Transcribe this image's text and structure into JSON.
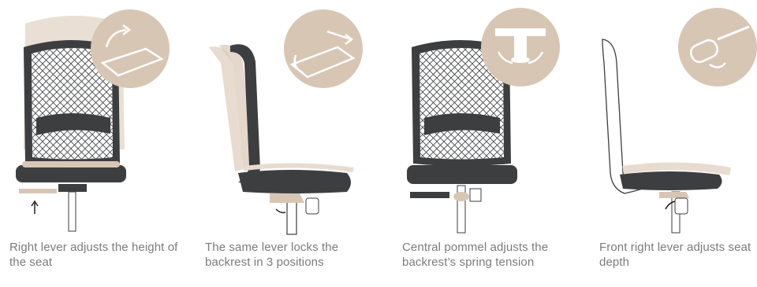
{
  "colors": {
    "frame": "#3d3e40",
    "beige": "#d8c6b5",
    "beige_light": "#e8dbcf",
    "icon_white": "#ffffff",
    "caption": "#7b7b7b"
  },
  "panels": [
    {
      "id": "height",
      "caption": "Right lever adjusts the height of the seat",
      "icon": "lever-up-icon"
    },
    {
      "id": "backrest-lock",
      "caption": "The same lever locks the backrest in 3 positions",
      "icon": "lever-lock-icon"
    },
    {
      "id": "spring-tension",
      "caption": "Central pommel adjusts the backrest’s spring tension",
      "icon": "pommel-rotate-icon"
    },
    {
      "id": "seat-depth",
      "caption": "Front right lever adjusts seat depth",
      "icon": "knob-rotate-icon"
    }
  ]
}
